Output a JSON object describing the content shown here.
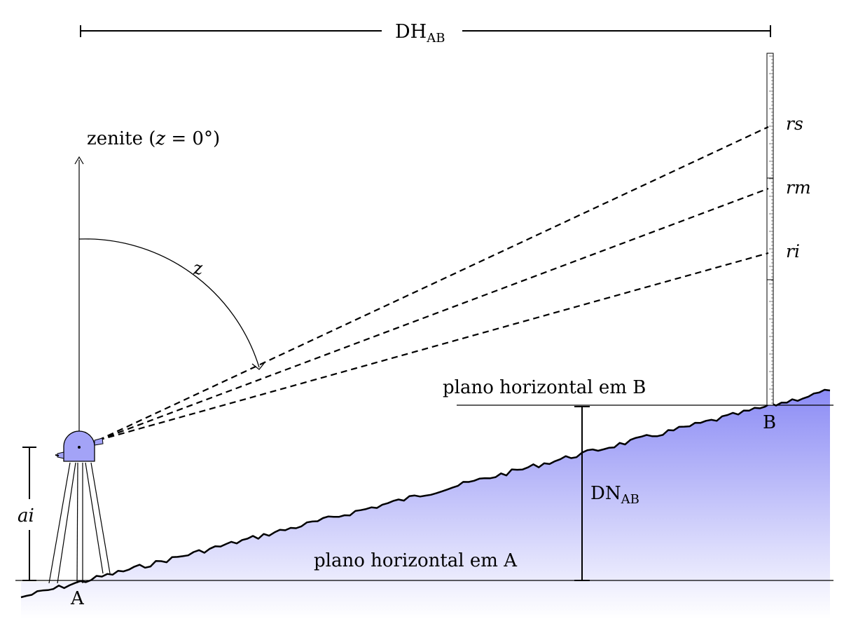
{
  "labels": {
    "dh_main": "DH",
    "dh_sub": "AB",
    "zenith_prefix": "zenite (",
    "zenith_var": "z",
    "zenith_suffix": " = 0°)",
    "zenith_angle": "z",
    "rs": "rs",
    "rm": "rm",
    "ri": "ri",
    "plane_b": "plano horizontal em B",
    "plane_a": "plano horizontal em A",
    "point_a": "A",
    "point_b": "B",
    "dn_main": "DN",
    "dn_sub": "AB",
    "ai": "ai"
  },
  "colors": {
    "terrain_top": "#8c8cf5",
    "terrain_bottom": "#ffffff",
    "instrument": "#a3a3f7",
    "line": "#000000"
  }
}
